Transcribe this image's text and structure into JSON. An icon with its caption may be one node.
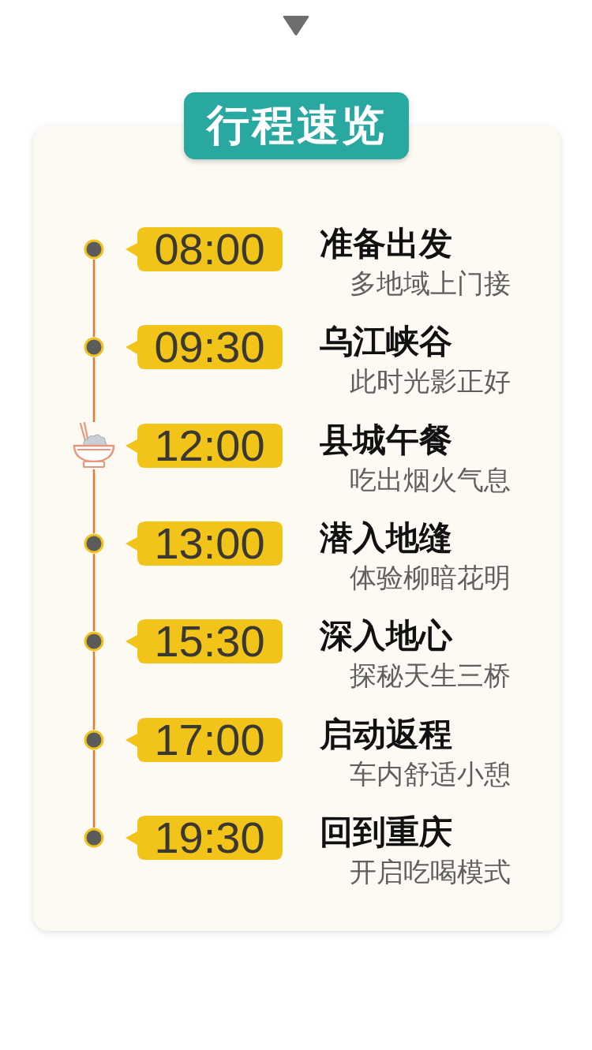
{
  "diagram": {
    "title": "行程速览",
    "nodes": [
      {
        "text": [],
        "shape": "circle"
      },
      {
        "text": [
          "08:00"
        ],
        "beside": [
          "准备出发",
          "多地域上门接"
        ]
      },
      {
        "text": [],
        "shape": "circle"
      },
      {
        "text": [
          "09:30"
        ],
        "beside": [
          "乌江峡谷",
          "此时光影正好"
        ]
      },
      {
        "text": [],
        "shape": "picture"
      },
      {
        "text": [
          "12:00"
        ],
        "beside": [
          "县城午餐",
          "吃出烟火气息"
        ]
      },
      {
        "text": [],
        "shape": "circle"
      },
      {
        "text": [
          "13:00"
        ],
        "beside": [
          "潜入地缝",
          "体验柳暗花明"
        ]
      },
      {
        "text": [],
        "shape": "circle"
      },
      {
        "text": [
          "15:30"
        ],
        "beside": [
          "深入地心",
          "探秘天生三桥"
        ]
      },
      {
        "text": [],
        "shape": "circle"
      },
      {
        "text": [
          "17:00"
        ],
        "beside": [
          "启动返程",
          "车内舒适小憩"
        ]
      },
      {
        "text": [],
        "shape": "circle"
      },
      {
        "text": [
          "19:30"
        ],
        "beside": [
          "回到重庆",
          "开启吃喝模式"
        ]
      }
    ],
    "edges": [
      {
        "from": 0,
        "to": 2,
        "arrow": "none"
      },
      {
        "from": 2,
        "to": 4,
        "arrow": "none"
      },
      {
        "from": 4,
        "to": 6,
        "arrow": "none"
      },
      {
        "from": 6,
        "to": 8,
        "arrow": "none"
      },
      {
        "from": 8,
        "to": 10,
        "arrow": "none"
      },
      {
        "from": 10,
        "to": 12,
        "arrow": "none"
      }
    ]
  }
}
